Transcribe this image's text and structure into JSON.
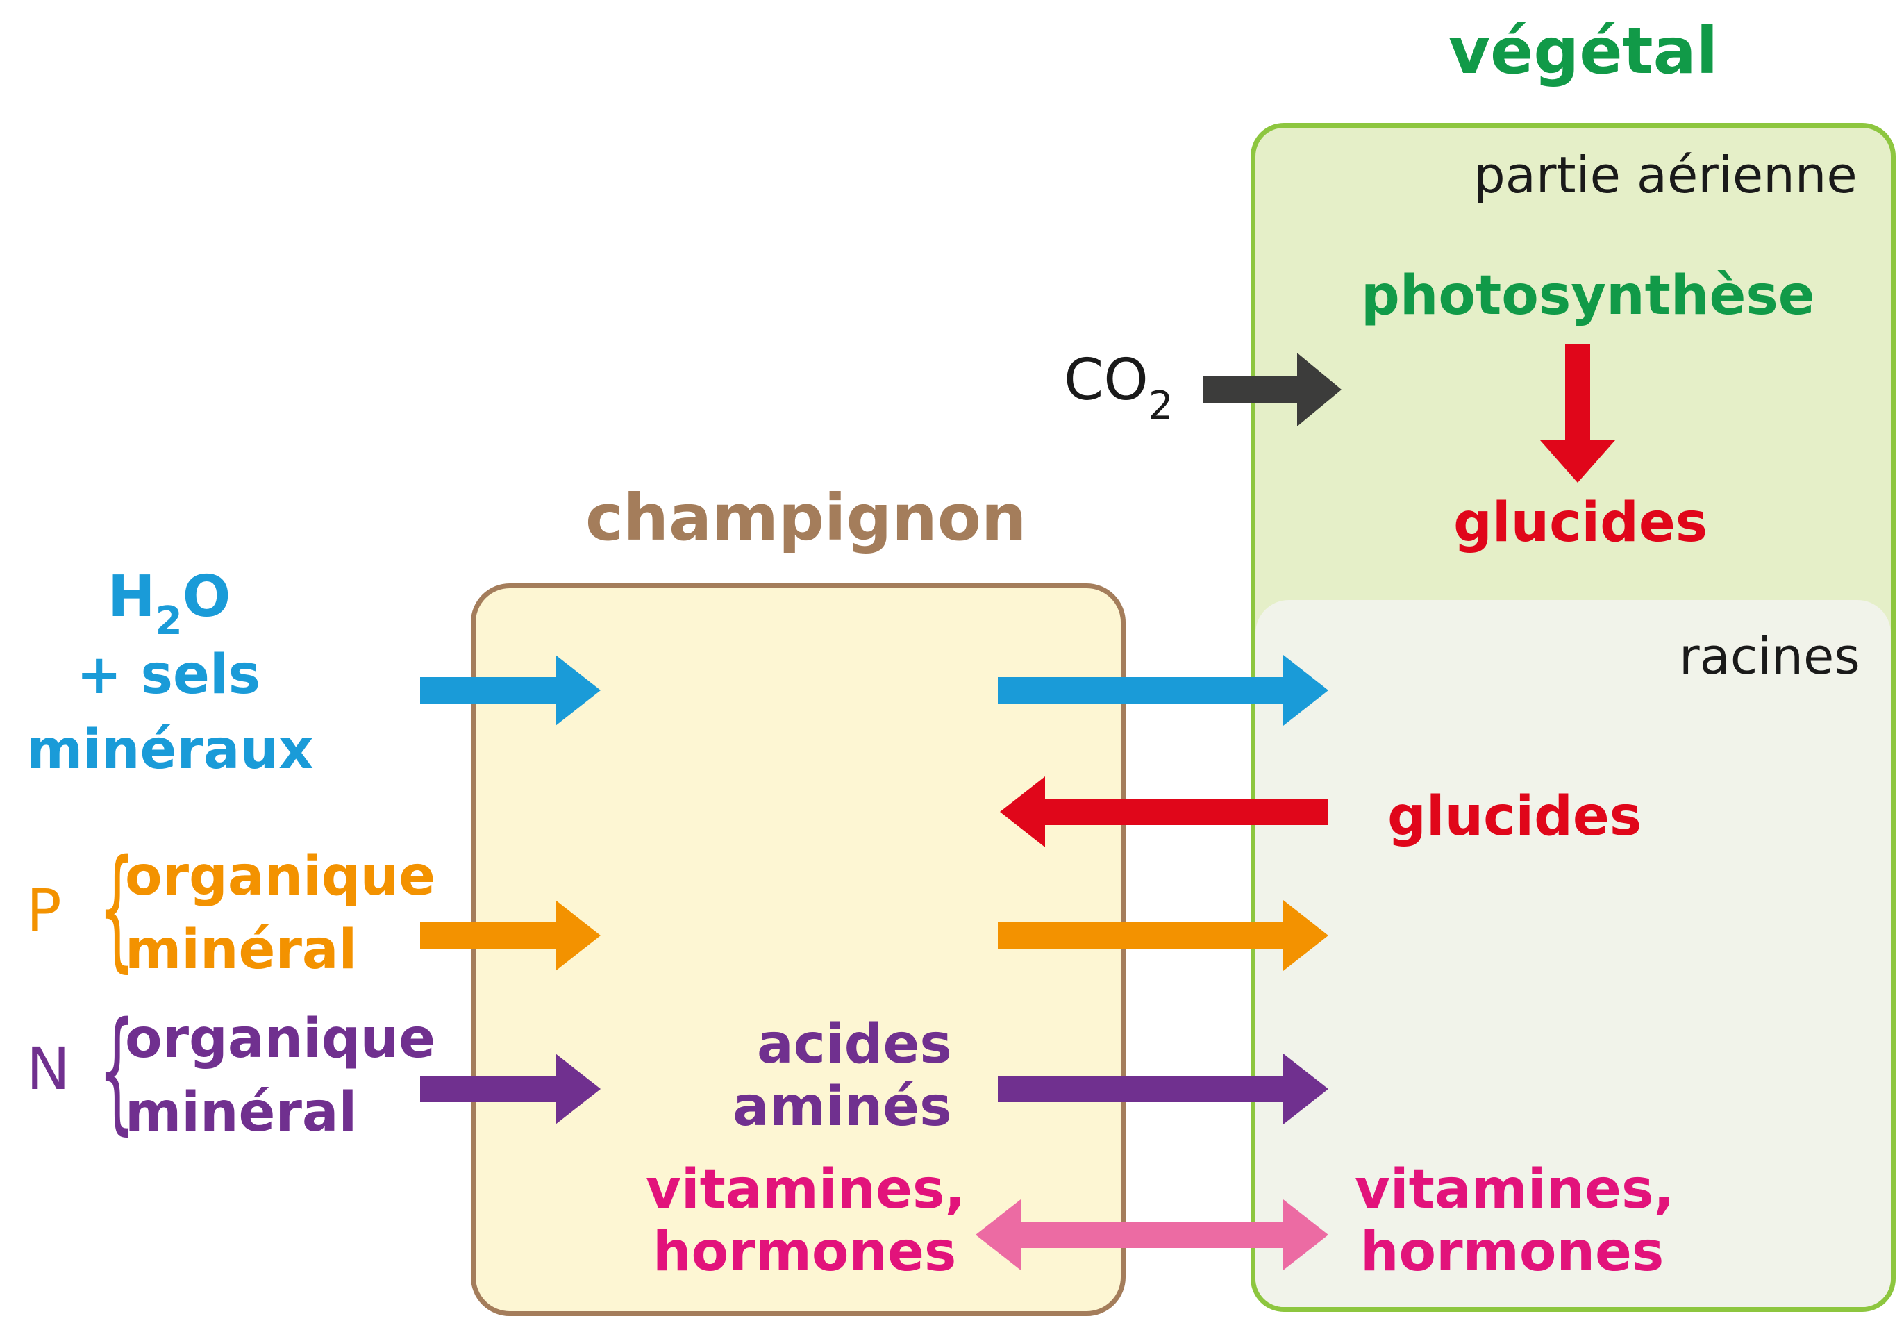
{
  "plant": {
    "title": "végétal",
    "aerial_label": "partie aérienne",
    "photosynthesis": "photosynthèse",
    "glucides_top": "glucides",
    "roots_label": "racines",
    "glucides_roots": "glucides",
    "vit_line1": "vitamines,",
    "vit_line2": "hormones"
  },
  "co2": {
    "main": "CO",
    "sub": "2"
  },
  "fungus": {
    "title": "champignon",
    "acides_line1": "acides",
    "acides_line2": "aminés",
    "vit_line1": "vitamines,",
    "vit_line2": "hormones"
  },
  "inputs": {
    "water_main": "H",
    "water_sub": "2",
    "water_o": "O",
    "water_line2": "+ sels",
    "water_line3": "minéraux",
    "p_letter": "P",
    "p_line1": "organique",
    "p_line2": "minéral",
    "n_letter": "N",
    "n_line1": "organique",
    "n_line2": "minéral"
  },
  "colors": {
    "water": "#1a9bd8",
    "phosphorus": "#f39200",
    "nitrogen": "#70308f",
    "hormones": "#e2137b",
    "hormone_arrow": "#ec6ba3",
    "glucides": "#e0061a",
    "co2_arrow": "#3c3c3b",
    "plant_border": "#8dc63f",
    "fungus_border": "#a47d5b"
  }
}
